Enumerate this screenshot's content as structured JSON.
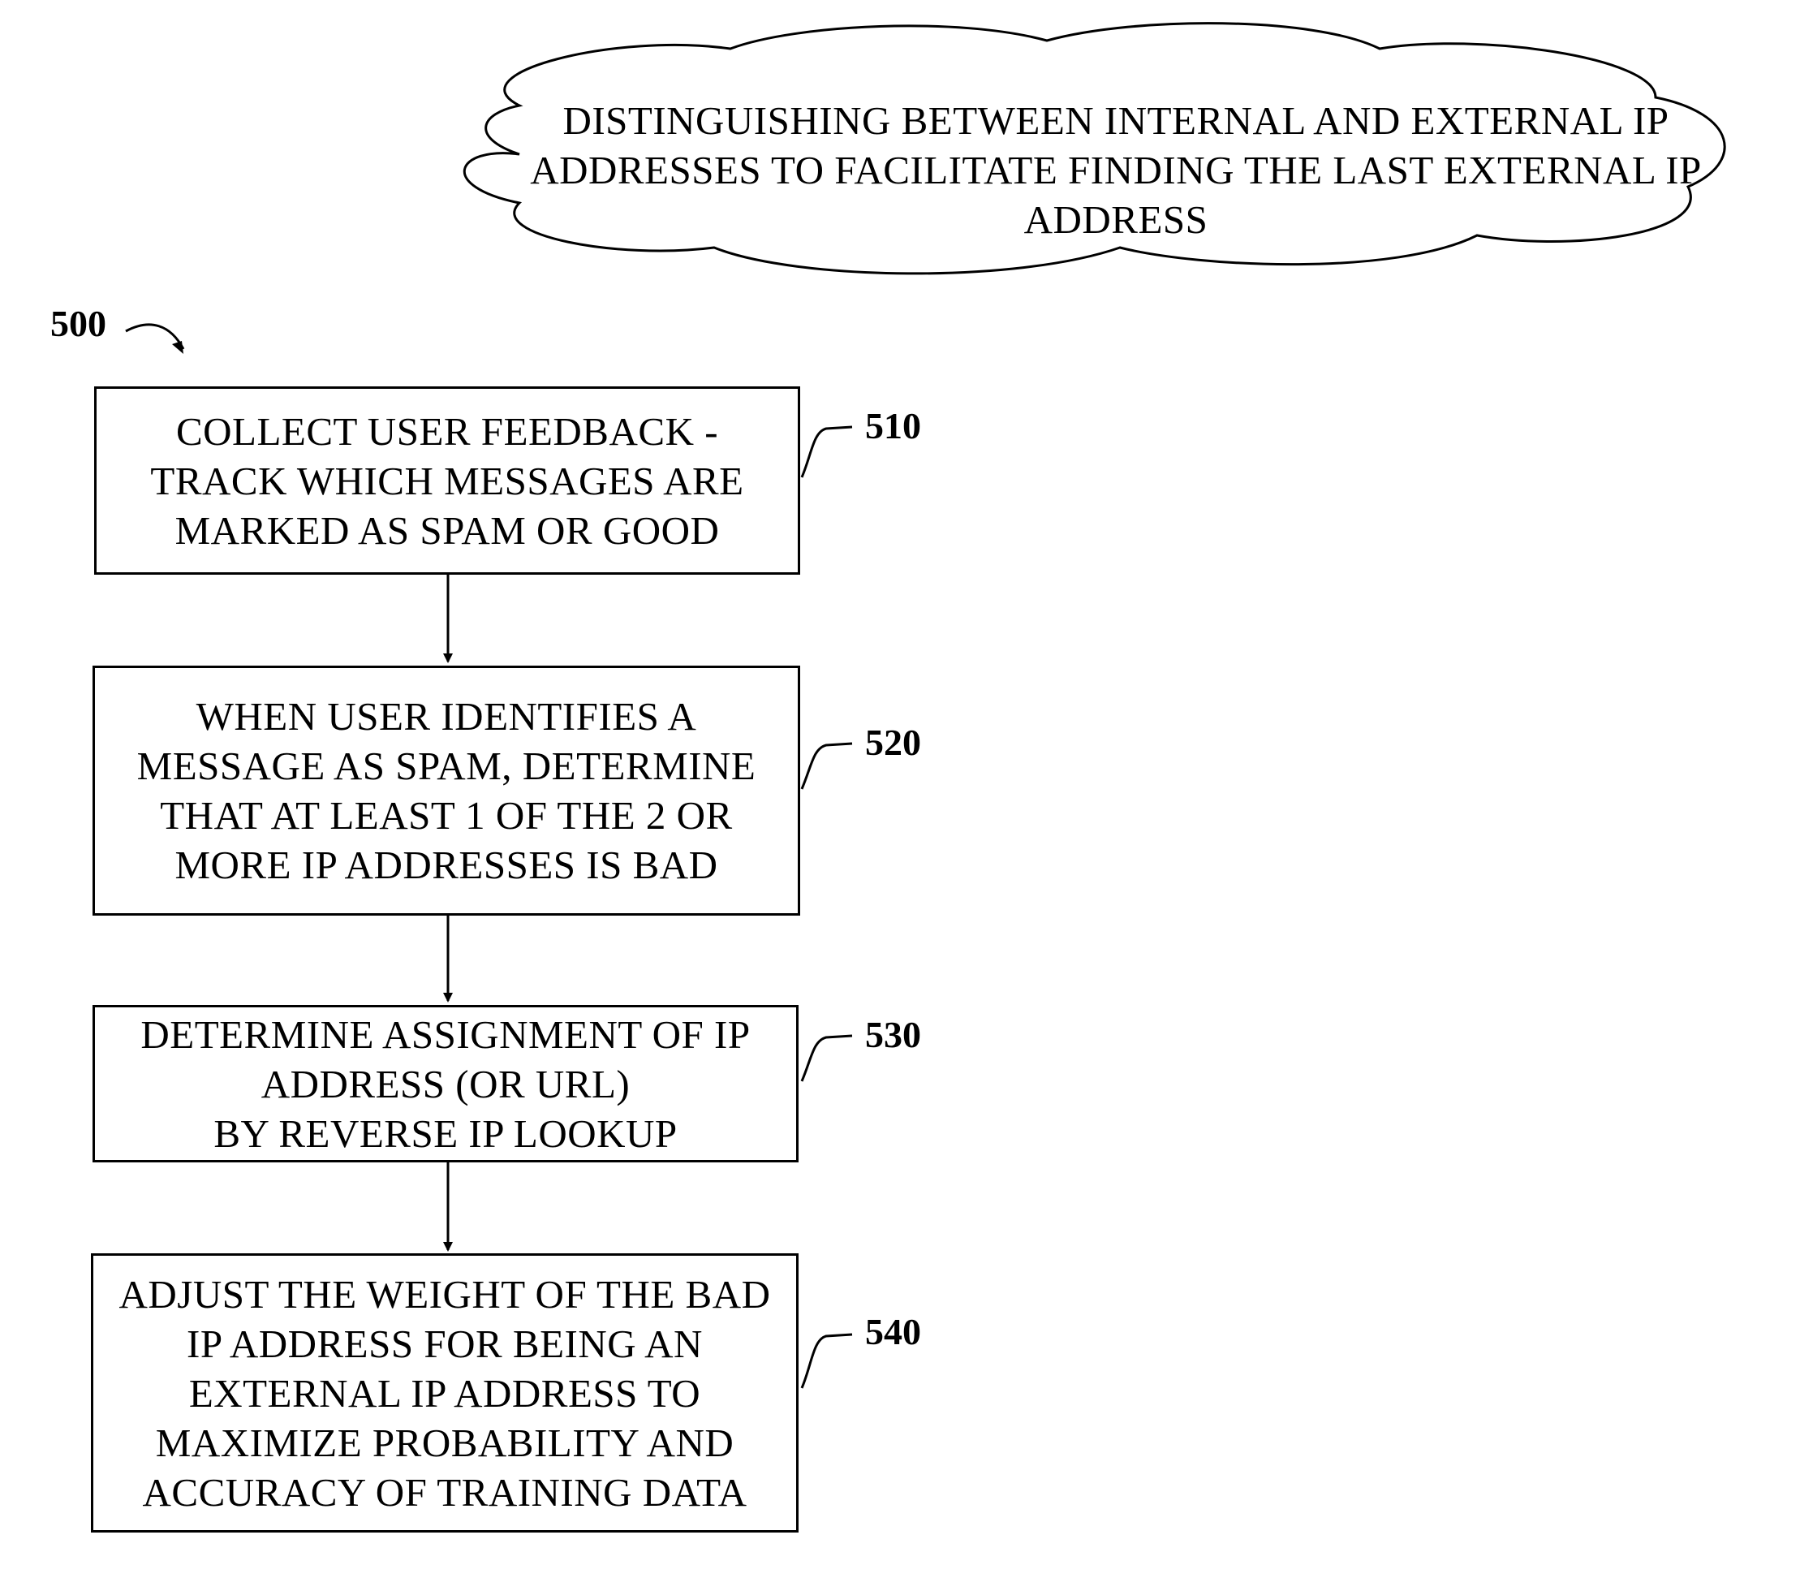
{
  "diagram": {
    "title_cloud": {
      "text": "DISTINGUISHING BETWEEN INTERNAL AND EXTERNAL IP\nADDRESSES TO FACILITATE FINDING THE LAST EXTERNAL IP\nADDRESS"
    },
    "figure_ref": "500",
    "steps": [
      {
        "id": "510",
        "text": "COLLECT USER FEEDBACK -\nTRACK WHICH MESSAGES ARE\nMARKED AS SPAM OR GOOD"
      },
      {
        "id": "520",
        "text": "WHEN USER IDENTIFIES A\nMESSAGE AS SPAM, DETERMINE\nTHAT AT LEAST 1 OF THE 2 OR\nMORE IP ADDRESSES IS BAD"
      },
      {
        "id": "530",
        "text": "DETERMINE ASSIGNMENT OF IP\nADDRESS (OR URL)\nBY REVERSE IP LOOKUP"
      },
      {
        "id": "540",
        "text": "ADJUST THE WEIGHT OF THE BAD\nIP ADDRESS FOR BEING AN\nEXTERNAL IP ADDRESS TO\nMAXIMIZE PROBABILITY AND\nACCURACY OF TRAINING DATA"
      }
    ]
  }
}
